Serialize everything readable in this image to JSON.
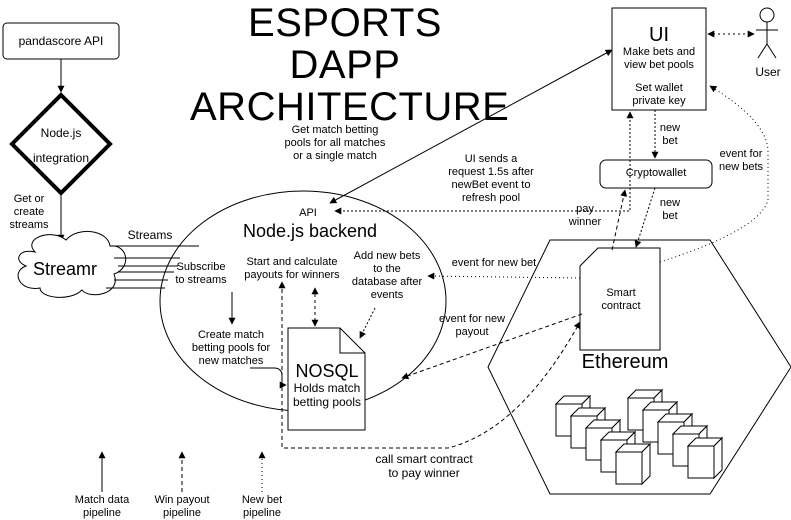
{
  "title": "ESPORTS DAPP\nARCHITECTURE",
  "nodes": {
    "pandascore": "pandascore API",
    "nodejs_integration_line1": "Node.js",
    "nodejs_integration_line2": "integration",
    "streamr": "Streamr",
    "backend_api": "API",
    "backend_title": "Node.js backend",
    "nosql_title": "NOSQL",
    "nosql_sub": "Holds match\nbetting pools",
    "ui_title": "UI",
    "ui_sub1": "Make bets and\nview bet pools",
    "ui_sub2": "Set wallet\nprivate key",
    "user": "User",
    "cryptowallet": "Cryptowallet",
    "smart_contract": "Smart\ncontract",
    "ethereum": "Ethereum"
  },
  "labels": {
    "get_create": "Get or\ncreate\nstreams",
    "streams": "Streams",
    "subscribe": "Subscribe\nto streams",
    "create_pools": "Create match\nbetting pools for\nnew matches",
    "start_calc": "Start and calculate\npayouts for winners",
    "add_bets": "Add new bets\nto the\ndatabase after\nevents",
    "get_pools": "Get match betting\npools for all matches\nor a single match",
    "ui_sends": "UI sends a\nrequest 1.5s after\nnewBet event to\nrefresh pool",
    "new_bet_ui": "new\nbet",
    "new_bet_wallet": "new\nbet",
    "pay_winner": "pay\nwinner",
    "event_new_bets": "event for\nnew bets",
    "event_new_bet": "event for new bet",
    "event_new_payout": "event for new\npayout",
    "call_contract": "call smart contract\nto pay winner"
  },
  "legend": [
    {
      "label": "Match data\npipeline",
      "style": "solid"
    },
    {
      "label": "Win payout\npipeline",
      "style": "dashed"
    },
    {
      "label": "New bet\npipeline",
      "style": "dotted"
    }
  ],
  "colors": {
    "stroke": "#000000",
    "background": "#ffffff"
  }
}
